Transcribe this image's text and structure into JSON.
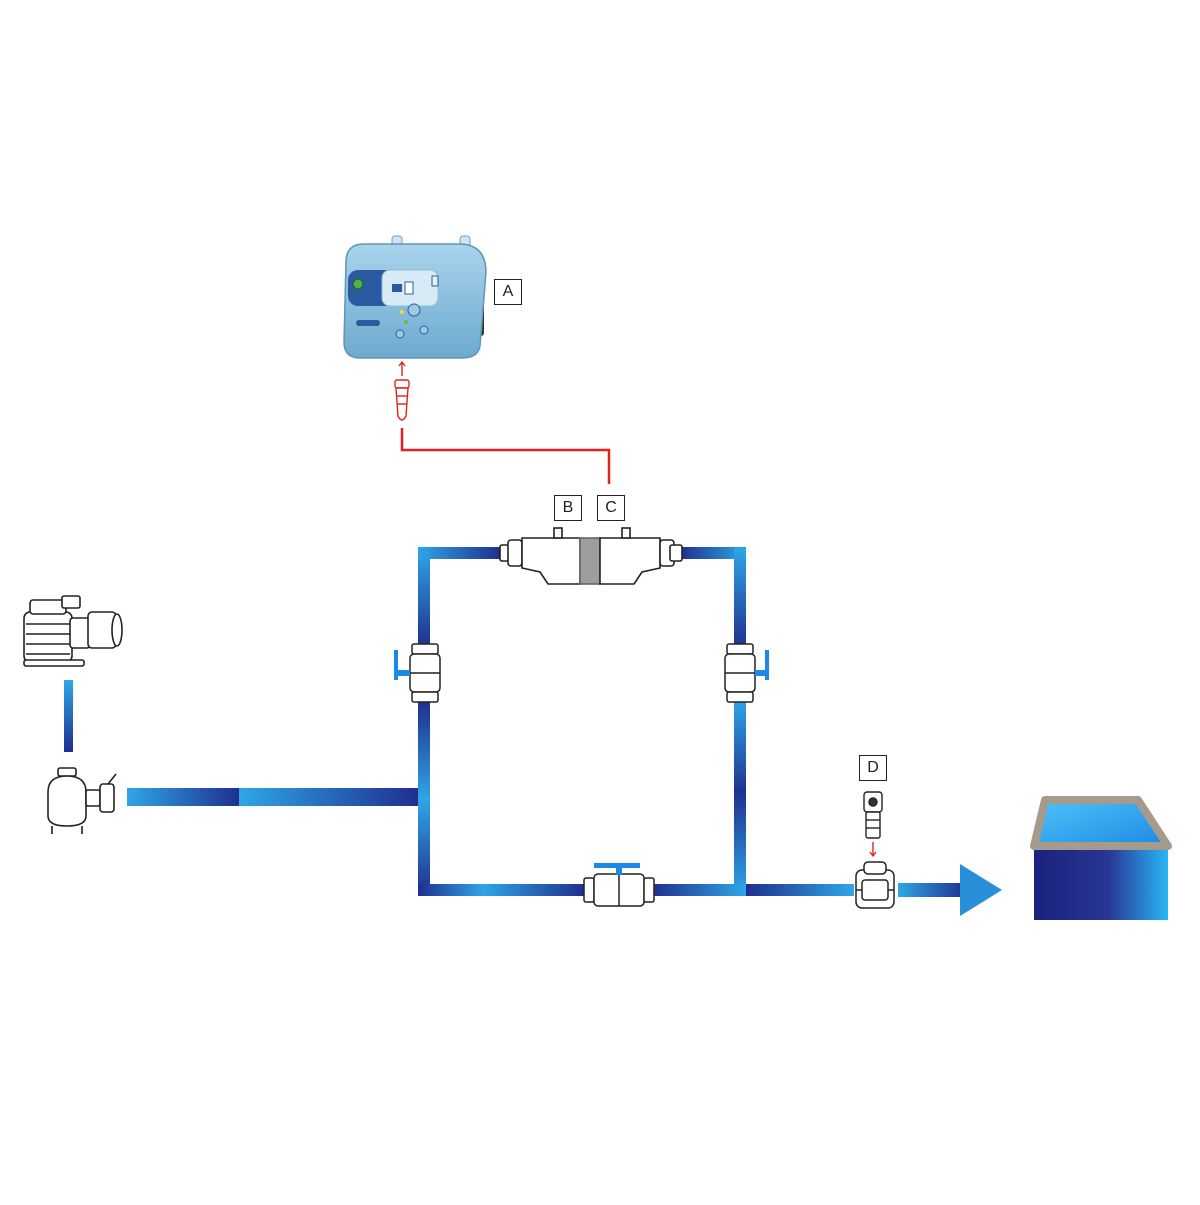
{
  "labels": {
    "a": "A",
    "b": "B",
    "c": "C",
    "d": "D"
  },
  "colors": {
    "pipe_dark": "#1f2f8f",
    "pipe_light": "#2fa6e6",
    "signal_wire": "#e2231a",
    "valve_handle": "#1e88e5",
    "pool_water": "#2aa9e8",
    "pool_rim": "#a69a8a",
    "controller_body": "#8ec3e0",
    "controller_panel": "#2c5aa0"
  },
  "icons": {
    "pump": "pump-icon",
    "filter": "sand-filter-icon",
    "controller": "control-unit-icon",
    "cell": "electrolysis-cell-icon",
    "valve": "ball-valve-icon",
    "probe": "probe-icon",
    "probe_holder": "probe-holder-icon",
    "pool": "pool-icon",
    "flow_arrow": "flow-arrow-icon"
  }
}
